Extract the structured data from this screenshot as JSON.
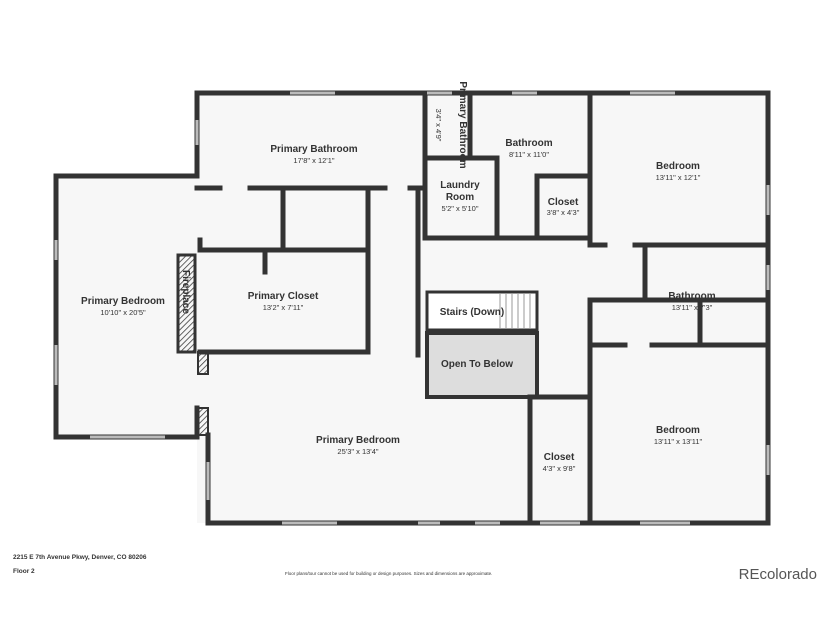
{
  "rooms": {
    "primary_bathroom": {
      "name": "Primary Bathroom",
      "dim": "17'8\" x 12'1\""
    },
    "primary_bathroom_small": {
      "name": "Primary Bathroom",
      "dim": "3'4\" x 4'9\""
    },
    "bathroom_1": {
      "name": "Bathroom",
      "dim": "8'11\" x 11'0\""
    },
    "bedroom_1": {
      "name": "Bedroom",
      "dim": "13'11\" x 12'1\""
    },
    "laundry": {
      "name1": "Laundry",
      "name2": "Room",
      "dim": "5'2\" x 5'10\""
    },
    "closet_1": {
      "name": "Closet",
      "dim": "3'8\" x 4'3\""
    },
    "primary_bedroom_left": {
      "name": "Primary Bedroom",
      "dim": "10'10\" x 20'5\""
    },
    "fireplace": {
      "name": "Fireplace"
    },
    "primary_closet": {
      "name": "Primary Closet",
      "dim": "13'2\" x 7'11\""
    },
    "stairs": {
      "name": "Stairs (Down)"
    },
    "open_below": {
      "name": "Open To Below"
    },
    "bathroom_2": {
      "name": "Bathroom",
      "dim": "13'11\" x 7'3\""
    },
    "primary_bedroom_main": {
      "name": "Primary Bedroom",
      "dim": "25'3\" x 13'4\""
    },
    "closet_2": {
      "name": "Closet",
      "dim": "4'3\" x 9'8\""
    },
    "bedroom_2": {
      "name": "Bedroom",
      "dim": "13'11\" x 13'11\""
    }
  },
  "footer": {
    "address": "2215 E 7th Avenue Pkwy, Denver, CO 80206",
    "floor": "Floor 2",
    "disclaimer": "Floor plans/tour cannot be used for building or design purposes. Sizes and dimensions are approximate.",
    "logo": "REcolorado"
  }
}
